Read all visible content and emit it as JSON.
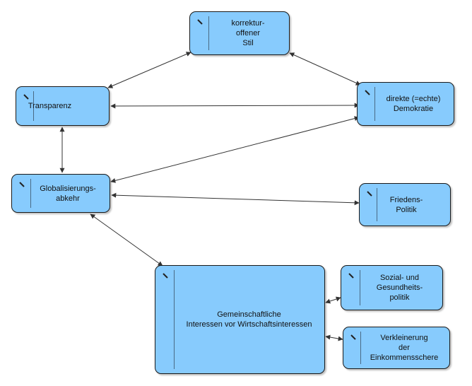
{
  "nodes": {
    "korrektur": {
      "label": "korrektur-\noffener\nStil"
    },
    "transparenz": {
      "label": "Transparenz"
    },
    "demokratie": {
      "label": "direkte (=echte)\nDemokratie"
    },
    "globalisierung": {
      "label": "Globalisierungs-\nabkehr"
    },
    "frieden": {
      "label": "Friedens-\nPolitik"
    },
    "gemeinschaft": {
      "label": "Gemeinschaftliche\nInteressen vor Wirtschaftsinteressen"
    },
    "sozial": {
      "label": "Sozial- und\nGesundheits-\npolitik"
    },
    "verkleinerung": {
      "label": "Verkleinerung\nder\nEinkommensschere"
    }
  },
  "colors": {
    "node_fill": "#87CBFD",
    "node_border": "#1a1a1a",
    "connector": "#333333"
  },
  "icons": {
    "node_marker": "pencil-icon"
  },
  "connections": [
    {
      "from": "korrektur",
      "to": "transparenz",
      "arrows": "both"
    },
    {
      "from": "korrektur",
      "to": "demokratie",
      "arrows": "both"
    },
    {
      "from": "transparenz",
      "to": "demokratie",
      "arrows": "both"
    },
    {
      "from": "transparenz",
      "to": "globalisierung",
      "arrows": "both"
    },
    {
      "from": "demokratie",
      "to": "globalisierung",
      "arrows": "both"
    },
    {
      "from": "globalisierung",
      "to": "frieden",
      "arrows": "both"
    },
    {
      "from": "globalisierung",
      "to": "gemeinschaft",
      "arrows": "both"
    },
    {
      "from": "gemeinschaft",
      "to": "sozial",
      "arrows": "both"
    },
    {
      "from": "gemeinschaft",
      "to": "verkleinerung",
      "arrows": "both"
    }
  ]
}
